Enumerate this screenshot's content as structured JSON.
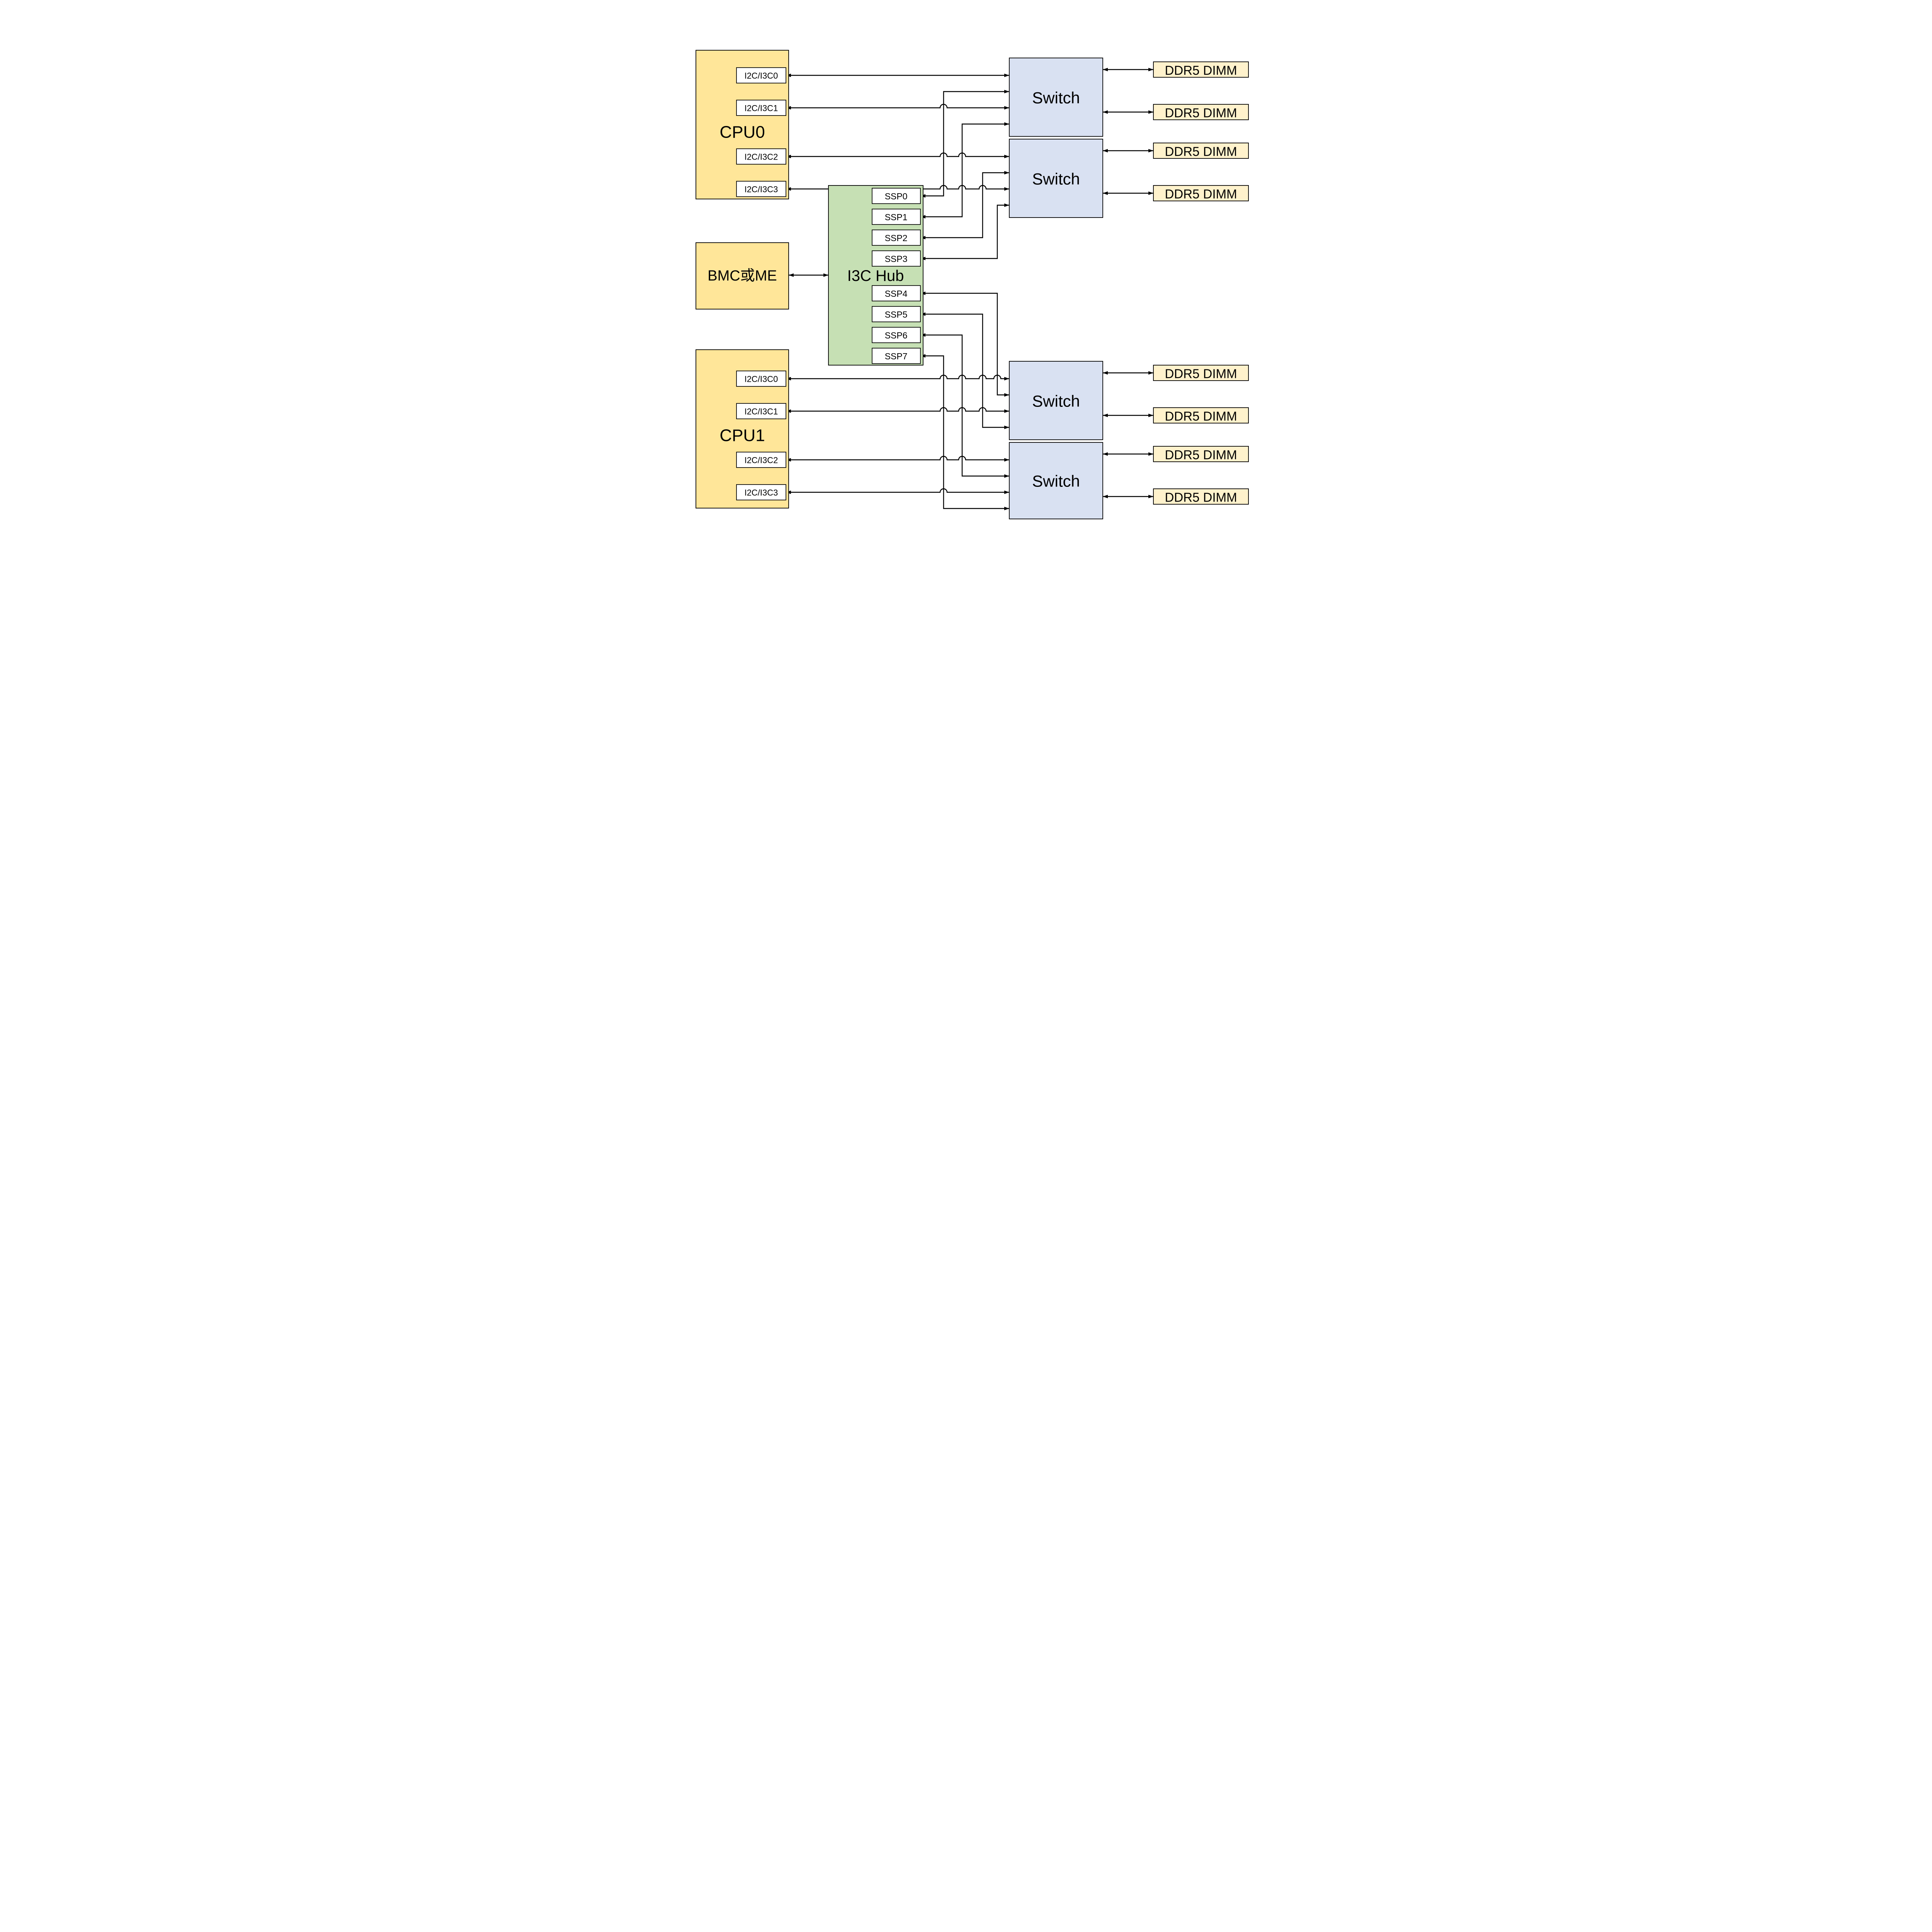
{
  "diagram": {
    "cpu0": {
      "label": "CPU0",
      "ports": [
        "I2C/I3C0",
        "I2C/I3C1",
        "I2C/I3C2",
        "I2C/I3C3"
      ]
    },
    "cpu1": {
      "label": "CPU1",
      "ports": [
        "I2C/I3C0",
        "I2C/I3C1",
        "I2C/I3C2",
        "I2C/I3C3"
      ]
    },
    "bmc": {
      "label": "BMC或ME"
    },
    "hub": {
      "label": "I3C Hub",
      "ports": [
        "SSP0",
        "SSP1",
        "SSP2",
        "SSP3",
        "SSP4",
        "SSP5",
        "SSP6",
        "SSP7"
      ]
    },
    "switches": [
      {
        "label": "Switch"
      },
      {
        "label": "Switch"
      },
      {
        "label": "Switch"
      },
      {
        "label": "Switch"
      }
    ],
    "dimms": [
      "DDR5 DIMM",
      "DDR5 DIMM",
      "DDR5 DIMM",
      "DDR5 DIMM",
      "DDR5 DIMM",
      "DDR5 DIMM",
      "DDR5 DIMM",
      "DDR5 DIMM"
    ],
    "colors": {
      "cpu_fill": "#FFE699",
      "bmc_fill": "#FFE699",
      "dimm_fill": "#FFF2CC",
      "hub_fill": "#C6E0B4",
      "switch_fill": "#D9E1F2",
      "line": "#000000"
    },
    "connections": [
      {
        "from": "CPU0 I2C/I3C0",
        "to": "Switch 1",
        "bidirectional": true
      },
      {
        "from": "CPU0 I2C/I3C1",
        "to": "Switch 1",
        "bidirectional": true
      },
      {
        "from": "CPU0 I2C/I3C2",
        "to": "Switch 2",
        "bidirectional": true
      },
      {
        "from": "CPU0 I2C/I3C3",
        "to": "Switch 2",
        "bidirectional": true
      },
      {
        "from": "I3C Hub SSP0",
        "to": "Switch 1",
        "bidirectional": true
      },
      {
        "from": "I3C Hub SSP1",
        "to": "Switch 1",
        "bidirectional": true
      },
      {
        "from": "I3C Hub SSP2",
        "to": "Switch 2",
        "bidirectional": true
      },
      {
        "from": "I3C Hub SSP3",
        "to": "Switch 2",
        "bidirectional": true
      },
      {
        "from": "I3C Hub SSP4",
        "to": "Switch 3",
        "bidirectional": true
      },
      {
        "from": "I3C Hub SSP5",
        "to": "Switch 3",
        "bidirectional": true
      },
      {
        "from": "I3C Hub SSP6",
        "to": "Switch 4",
        "bidirectional": true
      },
      {
        "from": "I3C Hub SSP7",
        "to": "Switch 4",
        "bidirectional": true
      },
      {
        "from": "CPU1 I2C/I3C0",
        "to": "Switch 3",
        "bidirectional": true
      },
      {
        "from": "CPU1 I2C/I3C1",
        "to": "Switch 3",
        "bidirectional": true
      },
      {
        "from": "CPU1 I2C/I3C2",
        "to": "Switch 4",
        "bidirectional": true
      },
      {
        "from": "CPU1 I2C/I3C3",
        "to": "Switch 4",
        "bidirectional": true
      },
      {
        "from": "BMC或ME",
        "to": "I3C Hub",
        "bidirectional": true
      },
      {
        "from": "Switch 1",
        "to": "DDR5 DIMM 1",
        "bidirectional": true
      },
      {
        "from": "Switch 1",
        "to": "DDR5 DIMM 2",
        "bidirectional": true
      },
      {
        "from": "Switch 2",
        "to": "DDR5 DIMM 3",
        "bidirectional": true
      },
      {
        "from": "Switch 2",
        "to": "DDR5 DIMM 4",
        "bidirectional": true
      },
      {
        "from": "Switch 3",
        "to": "DDR5 DIMM 5",
        "bidirectional": true
      },
      {
        "from": "Switch 3",
        "to": "DDR5 DIMM 6",
        "bidirectional": true
      },
      {
        "from": "Switch 4",
        "to": "DDR5 DIMM 7",
        "bidirectional": true
      },
      {
        "from": "Switch 4",
        "to": "DDR5 DIMM 8",
        "bidirectional": true
      }
    ]
  }
}
